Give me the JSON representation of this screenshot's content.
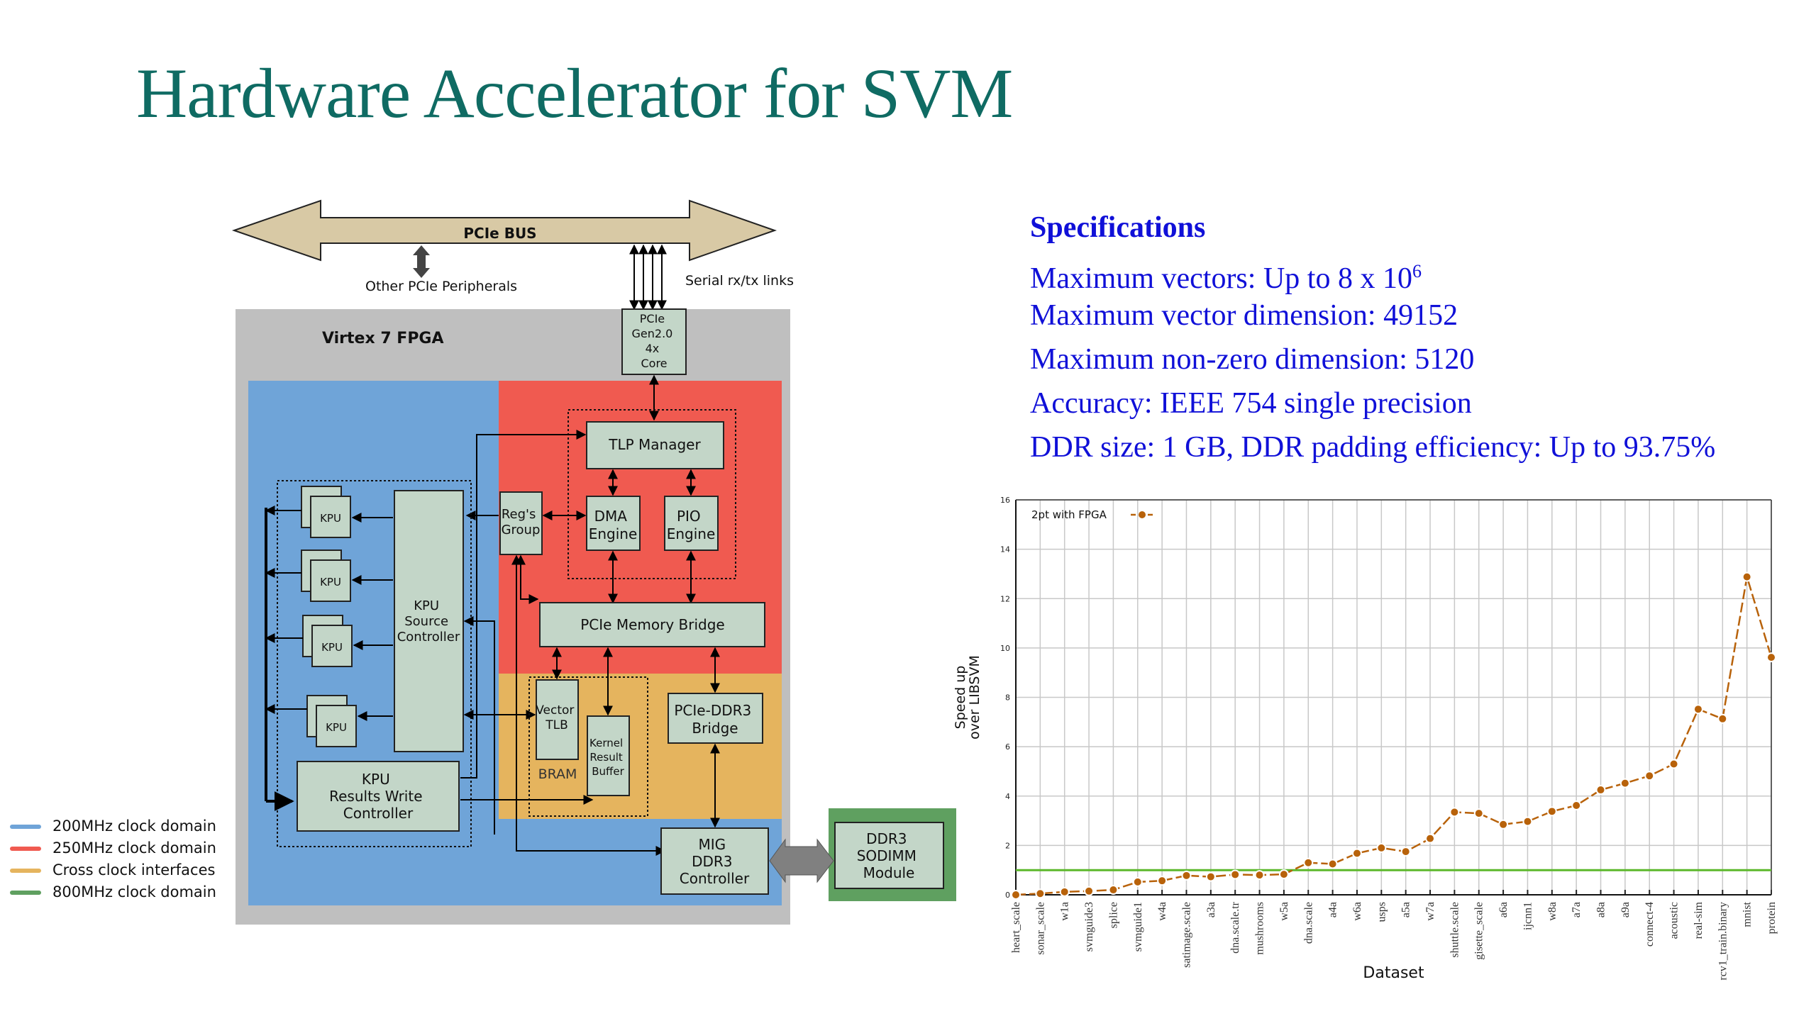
{
  "slide": {
    "title": "Hardware Accelerator for SVM",
    "colors": {
      "title": "#0f6b63",
      "specs": "#1010d8"
    }
  },
  "specs": {
    "heading": "Specifications",
    "lines": [
      {
        "text": "Maximum vectors: Up to 8 x 10",
        "sup": "6"
      },
      {
        "text": "Maximum vector dimension: 49152",
        "sup": ""
      },
      {
        "text": "Maximum non-zero dimension: 5120",
        "sup": ""
      },
      {
        "text": "Accuracy: IEEE 754 single precision",
        "sup": ""
      },
      {
        "text": "DDR size: 1 GB, DDR padding efficiency: Up to 93.75%",
        "sup": ""
      }
    ]
  },
  "diagram": {
    "bus_label": "PCIe BUS",
    "other_peripherals": "Other PCIe Peripherals",
    "serial_links": "Serial rx/tx links",
    "fpga_label": "Virtex 7 FPGA",
    "pcie_core": [
      "PCIe",
      "Gen2.0",
      "4x",
      "Core"
    ],
    "tlp_manager": "TLP Manager",
    "dma_engine": [
      "DMA",
      "Engine"
    ],
    "pio_engine": [
      "PIO",
      "Engine"
    ],
    "regs_group": [
      "Reg's",
      "Group"
    ],
    "pcie_memory_bridge": "PCIe Memory Bridge",
    "kpu": "KPU",
    "kpu_source_controller": [
      "KPU",
      "Source",
      "Controller"
    ],
    "kpu_results_write_controller": [
      "KPU",
      "Results Write",
      "Controller"
    ],
    "vector_tlb": [
      "Vector",
      "TLB"
    ],
    "kernel_result_buffer": [
      "Kernel",
      "Result",
      "Buffer"
    ],
    "bram": "BRAM",
    "pcie_ddr3_bridge": [
      "PCIe-DDR3",
      "Bridge"
    ],
    "mig_controller": [
      "MIG",
      "DDR3",
      "Controller"
    ],
    "ddr3_sodimm": [
      "DDR3",
      "SODIMM",
      "Module"
    ],
    "legend": [
      {
        "label": "200MHz clock domain",
        "color": "#6fa4d8"
      },
      {
        "label": "250MHz clock domain",
        "color": "#f05a50"
      },
      {
        "label": "Cross clock interfaces",
        "color": "#e5b45e"
      },
      {
        "label": "800MHz clock domain",
        "color": "#5fa060"
      }
    ]
  },
  "chart_data": {
    "type": "line",
    "title": "",
    "xlabel": "Dataset",
    "ylabel": "Speed up over LIBSVM",
    "ylabel_lines": [
      "Speed up",
      "over LIBSVM"
    ],
    "ylim": [
      0,
      16
    ],
    "yticks": [
      0,
      2,
      4,
      6,
      8,
      10,
      12,
      14,
      16
    ],
    "grid": true,
    "legend_position": "top-left",
    "reference_line": {
      "y": 1,
      "color": "#5cb82c"
    },
    "categories": [
      "heart_scale",
      "sonar_scale",
      "w1a",
      "svmguide3",
      "splice",
      "svmguide1",
      "w4a",
      "satimage.scale",
      "a3a",
      "dna.scale.tr",
      "mushrooms",
      "w5a",
      "dna.scale",
      "a4a",
      "w6a",
      "usps",
      "a5a",
      "w7a",
      "shuttle.scale",
      "gisette_scale",
      "a6a",
      "ijcnn1",
      "w8a",
      "a7a",
      "a8a",
      "a9a",
      "connect-4",
      "acoustic",
      "real-sim",
      "rcv1_train.binary",
      "mnist",
      "protein"
    ],
    "series": [
      {
        "name": "2pt with FPGA",
        "color": "#b8620a",
        "values": [
          0.0,
          0.05,
          0.12,
          0.15,
          0.2,
          0.52,
          0.57,
          0.78,
          0.73,
          0.82,
          0.8,
          0.83,
          1.3,
          1.25,
          1.68,
          1.9,
          1.75,
          2.28,
          3.35,
          3.3,
          2.85,
          2.97,
          3.38,
          3.62,
          4.25,
          4.52,
          4.82,
          5.3,
          7.52,
          7.13,
          12.88,
          9.62
        ]
      }
    ]
  }
}
